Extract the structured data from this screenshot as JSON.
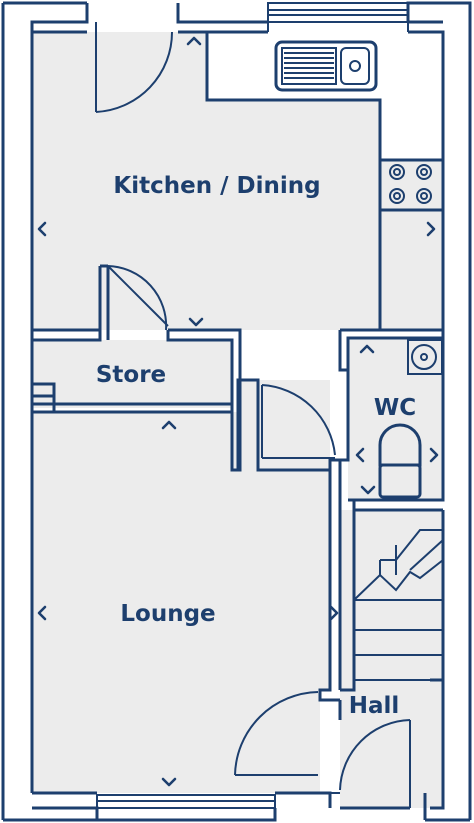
{
  "colors": {
    "wall": "#1d3f6e",
    "floor": "#ececec",
    "background": "#ffffff"
  },
  "rooms": {
    "kitchen": "Kitchen / Dining",
    "store": "Store",
    "wc": "WC",
    "lounge": "Lounge",
    "hall": "Hall"
  },
  "icons": {
    "dimension_marker": "chevron-icon",
    "sink": "sink-icon",
    "hob": "hob-icon",
    "toilet": "toilet-icon",
    "basin": "basin-icon",
    "stairs": "stairs-icon",
    "window": "window-icon",
    "door": "door-swing-icon"
  }
}
